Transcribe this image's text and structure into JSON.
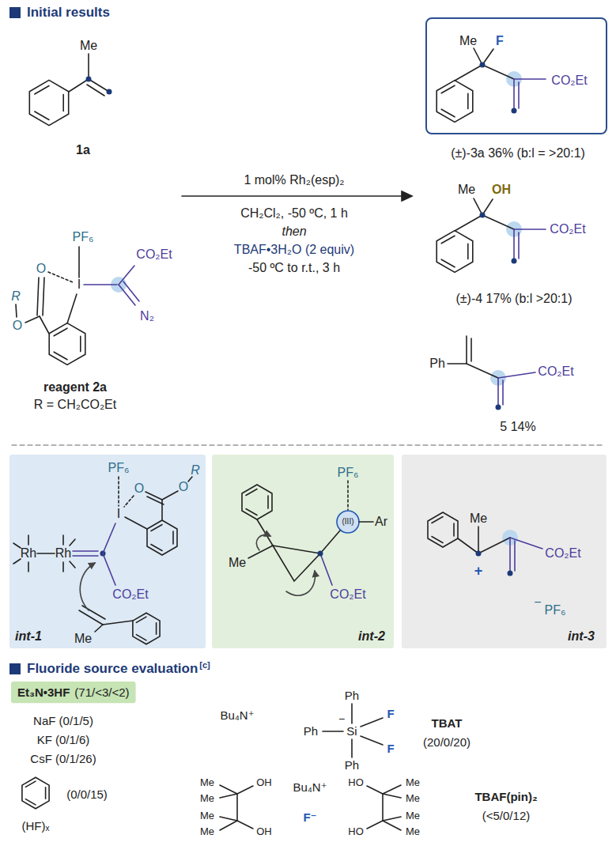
{
  "diagram": {
    "nodes": [
      {
        "text": [
          "Me",
          "F",
          "CO₂Et",
          "(±)-3a 36% (b:l = >20:1)"
        ]
      },
      {
        "text": [
          "PF₆",
          "R",
          "O",
          "O",
          "I",
          "Rh",
          "Rh",
          "CO₂Et",
          "Me",
          "int-1"
        ]
      },
      {
        "text": [
          "PF₆",
          "(III)",
          "Ar",
          "Me",
          "CO₂Et",
          "int-2"
        ]
      },
      {
        "text": [
          "Me",
          "+",
          "CO₂Et",
          "−",
          "PF₆",
          "int-3"
        ]
      },
      {
        "text": [
          "Et₃N•3HF",
          "(71/<3/<2)"
        ]
      }
    ],
    "labels": [
      "Initial results",
      "Me",
      "1a",
      "PF₆",
      "CO₂Et",
      "N₂",
      "O",
      "I",
      "R",
      "O",
      "reagent 2a",
      "R = CH₂CO₂Et",
      "1 mol% Rh₂(esp)₂",
      "CH₂Cl₂, -50 ºC, 1 h",
      "then",
      "TBAF•3H₂O (2 equiv)",
      "-50 ºC to r.t., 3 h",
      "Me",
      "OH",
      "CO₂Et",
      "(±)-4 17% (b:l >20:1)",
      "Ph",
      "CO₂Et",
      "5 14%",
      "Fluoride source evaluation",
      "[c]",
      "NaF (0/1/5)",
      "KF (0/1/6)",
      "CsF (0/1/26)",
      "(HF)ₓ",
      "(0/0/15)",
      "Bu₄N⁺",
      "Ph",
      "Ph",
      "−",
      "Si",
      "F",
      "F",
      "Ph",
      "TBAT",
      "(20/0/20)",
      "Me",
      "OH",
      "Me",
      "Me",
      "Me",
      "OH",
      "Bu₄N⁺",
      "F⁻",
      "HO",
      "Me",
      "Me",
      "Me",
      "HO",
      "Me",
      "TBAF(pin)₂",
      "(<5/0/12)"
    ]
  }
}
